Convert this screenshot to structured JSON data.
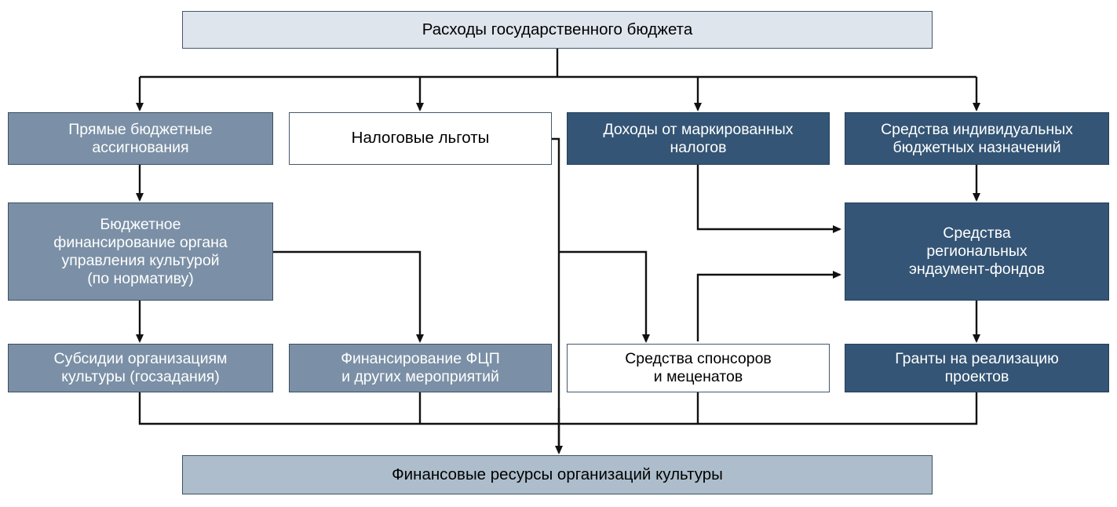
{
  "diagram": {
    "title_box": {
      "label": "Расходы государственного бюджета"
    },
    "bottom_box": {
      "label": "Финансовые ресурсы организаций культуры"
    },
    "row1": [
      {
        "label": "Прямые бюджетные\nассигнования",
        "style": "mid"
      },
      {
        "label": "Налоговые льготы",
        "style": "white"
      },
      {
        "label": "Доходы от маркированных\nналогов",
        "style": "dark"
      },
      {
        "label": "Средства индивидуальных\nбюджетных назначений",
        "style": "dark"
      }
    ],
    "row2": [
      {
        "label": "Бюджетное\nфинансирование органа\nуправления культурой\n(по нормативу)",
        "style": "mid"
      },
      {
        "label": "Средства\nрегиональных\nэндаумент-фондов",
        "style": "dark"
      }
    ],
    "row3": [
      {
        "label": "Субсидии организациям\nкультуры (госзадания)",
        "style": "mid"
      },
      {
        "label": "Финансирование ФЦП\nи других мероприятий",
        "style": "mid"
      },
      {
        "label": "Средства спонсоров\nи меценатов",
        "style": "white"
      },
      {
        "label": "Гранты на реализацию\nпроектов",
        "style": "dark"
      }
    ],
    "colors": {
      "top_fill": "#dfe5ec",
      "mid_fill": "#7b90a6",
      "dark_fill": "#345575",
      "white_fill": "#ffffff",
      "bottom_fill": "#adbdcb",
      "border": "#3c4f62",
      "connector": "#1a1a1a"
    }
  }
}
